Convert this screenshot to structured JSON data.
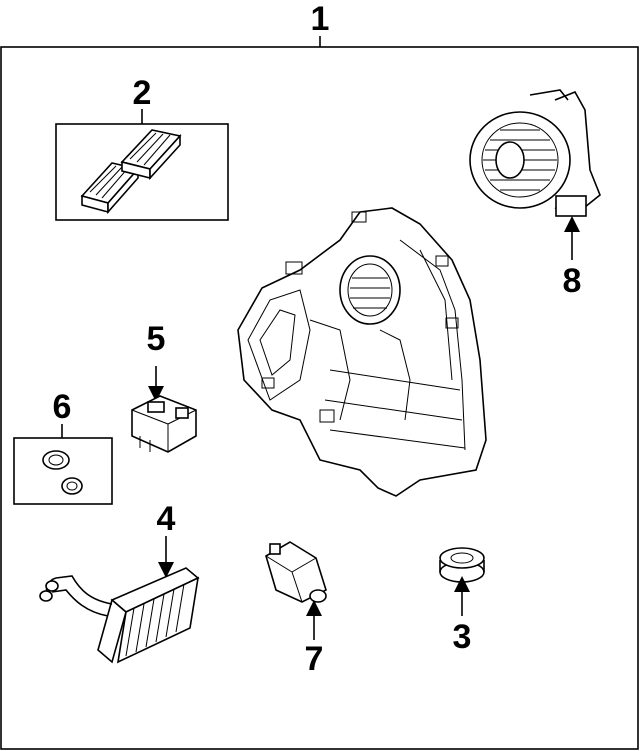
{
  "callouts": {
    "c1": "1",
    "c2": "2",
    "c3": "3",
    "c4": "4",
    "c5": "5",
    "c6": "6",
    "c7": "7",
    "c8": "8"
  },
  "parts": [
    {
      "callout": "1",
      "icon": "hvac-housing-assembly-icon"
    },
    {
      "callout": "2",
      "icon": "cabin-air-filter-icon"
    },
    {
      "callout": "3",
      "icon": "grommet-icon"
    },
    {
      "callout": "4",
      "icon": "heater-core-icon"
    },
    {
      "callout": "5",
      "icon": "blower-resistor-icon"
    },
    {
      "callout": "6",
      "icon": "o-ring-seals-icon"
    },
    {
      "callout": "7",
      "icon": "actuator-motor-icon"
    },
    {
      "callout": "8",
      "icon": "blower-motor-icon"
    }
  ],
  "colors": {
    "line": "#000000",
    "background": "#ffffff"
  }
}
